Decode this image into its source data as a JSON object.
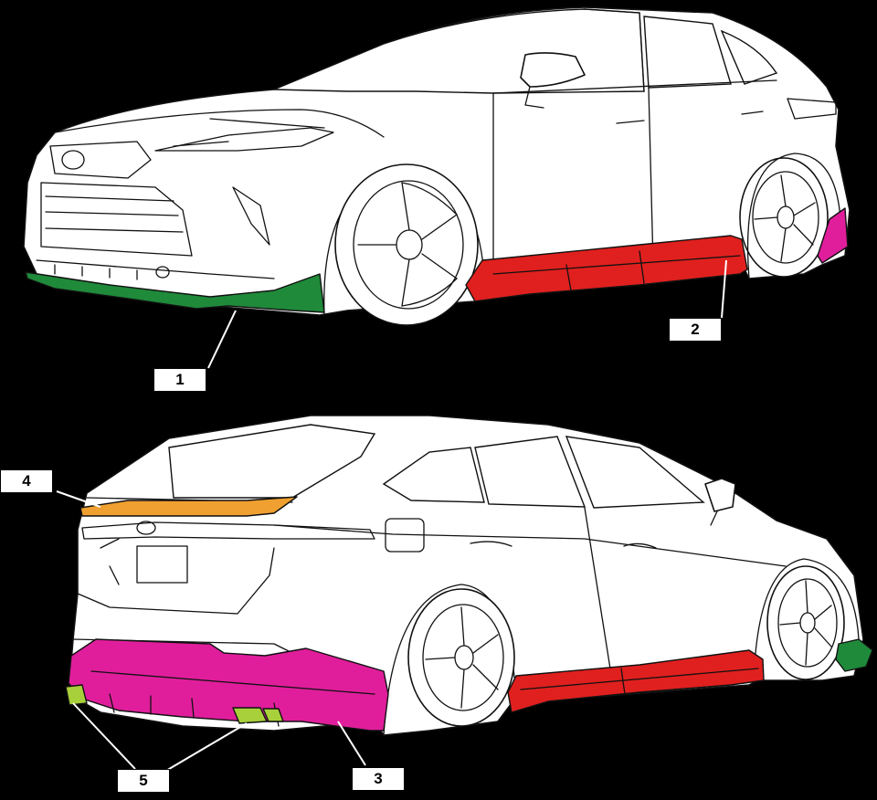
{
  "callouts": [
    {
      "id": "front-lip",
      "label": "1",
      "color": "#1f8a3a"
    },
    {
      "id": "side-skirt",
      "label": "2",
      "color": "#e0201e"
    },
    {
      "id": "rear-diffuser",
      "label": "3",
      "color": "#e01e9c"
    },
    {
      "id": "trunk-spoiler",
      "label": "4",
      "color": "#f0a030"
    },
    {
      "id": "exhaust-finisher",
      "label": "5",
      "color": "#a8d03a"
    }
  ],
  "colors": {
    "background": "#000000",
    "body": "#ffffff",
    "line": "#111111"
  }
}
